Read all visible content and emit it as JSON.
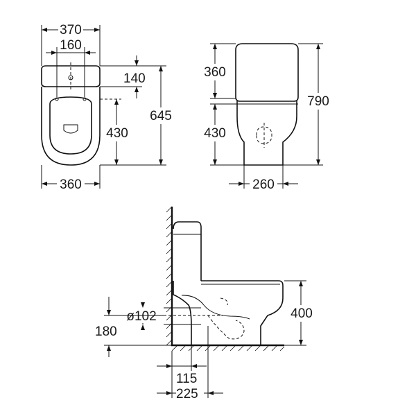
{
  "top_view": {
    "width_outer": "370",
    "width_inlets": "160",
    "tank_depth": "140",
    "total_depth": "645",
    "pan_depth": "430",
    "width_bottom": "360"
  },
  "front_view": {
    "tank_height": "360",
    "total_height": "790",
    "pan_height": "430",
    "foot_width": "260"
  },
  "side_view": {
    "outlet_diameter": "ø102",
    "outlet_height": "180",
    "rim_height": "400",
    "outlet_offset_inner": "115",
    "outlet_offset_outer": "225"
  }
}
